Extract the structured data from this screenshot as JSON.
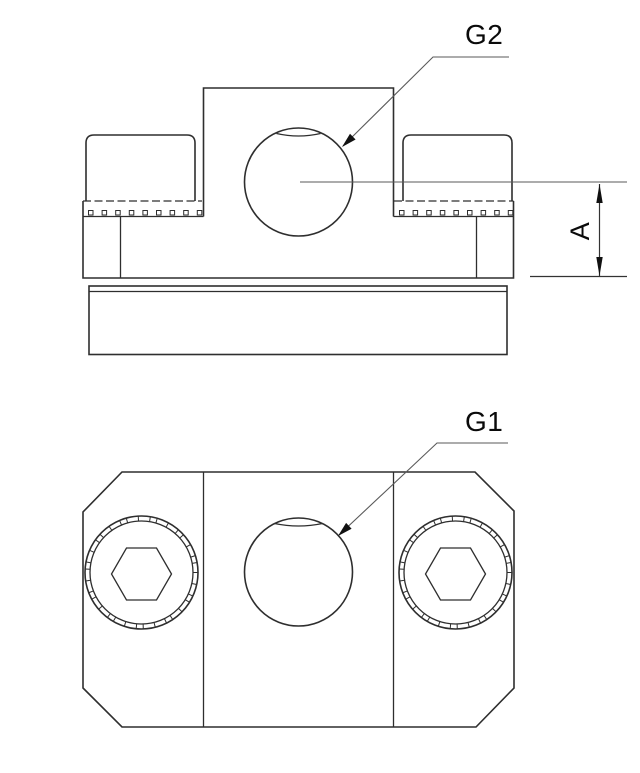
{
  "colors": {
    "background": "#ffffff",
    "line_main": "#2e2e2e",
    "line_thin": "#5a5a5a",
    "line_dim": "#333333",
    "text": "#0a0a0a"
  },
  "side_view": {
    "g2_label": "G2",
    "dim_a_label": "A"
  },
  "plan_view": {
    "g1_label": "G1"
  }
}
